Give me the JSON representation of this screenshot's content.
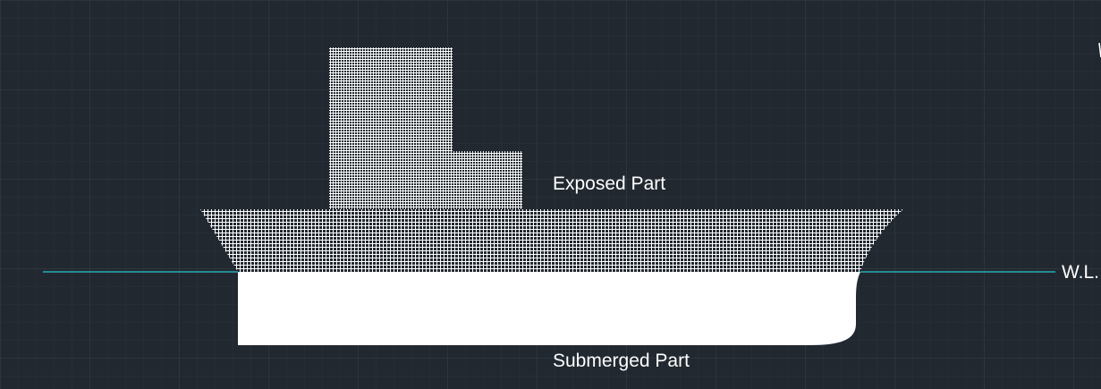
{
  "labels": {
    "exposed": "Exposed Part",
    "submerged": "Submerged Part",
    "waterline": "W.L."
  },
  "colors": {
    "background": "#212830",
    "grid_minor": "#2a323b",
    "grid_major": "#37404a",
    "waterline": "#27c6cf",
    "hull_submerged": "#ffffff",
    "hatch": "#ffffff",
    "text": "#ffffff"
  }
}
